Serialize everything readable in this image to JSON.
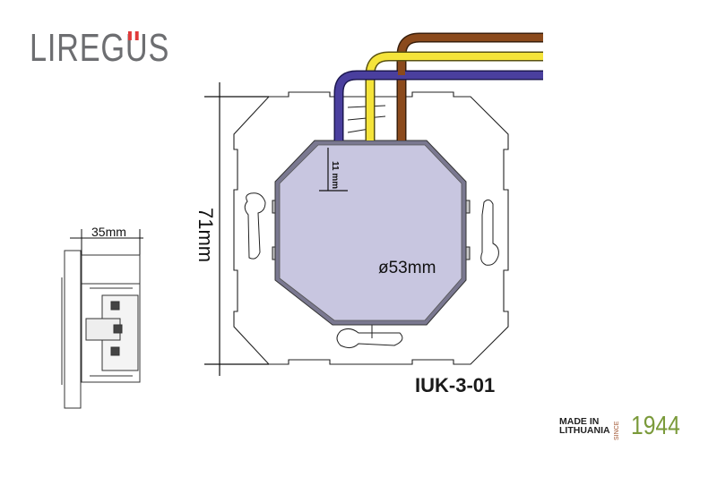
{
  "brand": {
    "logo_text": "LIREGUS",
    "logo_prefix": "LIREG",
    "logo_u": "U",
    "logo_suffix": "S",
    "logo_color": "#6d6e71",
    "accent_color": "#e03a3a"
  },
  "diagram": {
    "front_view": {
      "height_label": "71mm",
      "diameter_label": "ø53mm",
      "depth_offset_label": "11 mm",
      "module_color": "#c8c6e0"
    },
    "side_view": {
      "depth_label": "35mm"
    },
    "wires": [
      {
        "name": "brown",
        "color": "#8b4a1c"
      },
      {
        "name": "yellow",
        "color": "#f5e43a"
      },
      {
        "name": "blue",
        "color": "#4a3f9e"
      }
    ],
    "model_label": "IUK-3-01"
  },
  "footer": {
    "made_in_line1": "MADE IN",
    "made_in_line2": "LITHUANIA",
    "since": "SINCE",
    "year": "1944",
    "year_color": "#7a9a3a",
    "since_color": "#a0522d"
  }
}
